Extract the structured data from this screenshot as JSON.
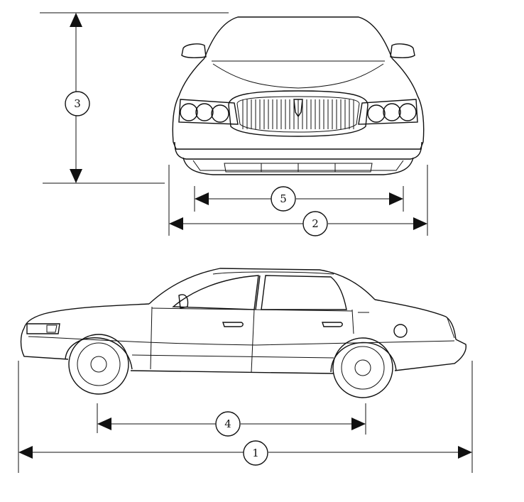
{
  "diagram": {
    "dimension_labels": {
      "overall_length": "1",
      "overall_width": "2",
      "overall_height": "3",
      "wheelbase": "4",
      "track_width": "5"
    }
  }
}
